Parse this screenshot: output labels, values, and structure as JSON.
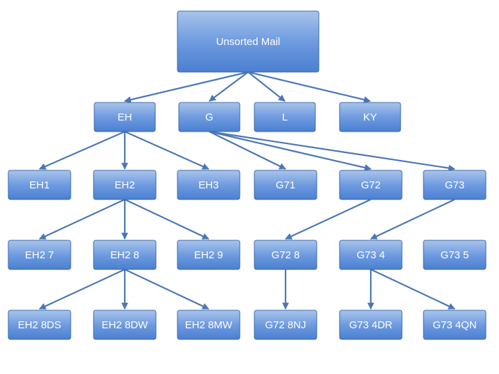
{
  "accent_color": "#4f81bd",
  "edge_color": "#4a77b4",
  "nodes": [
    {
      "id": "root",
      "label": "Unsorted Mail"
    },
    {
      "id": "eh",
      "label": "EH"
    },
    {
      "id": "g",
      "label": "G"
    },
    {
      "id": "l",
      "label": "L"
    },
    {
      "id": "ky",
      "label": "KY"
    },
    {
      "id": "eh1",
      "label": "EH1"
    },
    {
      "id": "eh2",
      "label": "EH2"
    },
    {
      "id": "eh3",
      "label": "EH3"
    },
    {
      "id": "g71",
      "label": "G71"
    },
    {
      "id": "g72",
      "label": "G72"
    },
    {
      "id": "g73",
      "label": "G73"
    },
    {
      "id": "eh2_7",
      "label": "EH2 7"
    },
    {
      "id": "eh2_8",
      "label": "EH2 8"
    },
    {
      "id": "eh2_9",
      "label": "EH2 9"
    },
    {
      "id": "g72_8",
      "label": "G72 8"
    },
    {
      "id": "g73_4",
      "label": "G73 4"
    },
    {
      "id": "g73_5",
      "label": "G73 5"
    },
    {
      "id": "eh2_8ds",
      "label": "EH2 8DS"
    },
    {
      "id": "eh2_8dw",
      "label": "EH2 8DW"
    },
    {
      "id": "eh2_8mw",
      "label": "EH2 8MW"
    },
    {
      "id": "g72_8nj",
      "label": "G72 8NJ"
    },
    {
      "id": "g73_4dr",
      "label": "G73 4DR"
    },
    {
      "id": "g73_4qn",
      "label": "G73 4QN"
    }
  ],
  "edges": [
    {
      "from": "root",
      "to": "eh"
    },
    {
      "from": "root",
      "to": "g"
    },
    {
      "from": "root",
      "to": "l"
    },
    {
      "from": "root",
      "to": "ky"
    },
    {
      "from": "eh",
      "to": "eh1"
    },
    {
      "from": "eh",
      "to": "eh2"
    },
    {
      "from": "eh",
      "to": "eh3"
    },
    {
      "from": "g",
      "to": "g71"
    },
    {
      "from": "g",
      "to": "g72"
    },
    {
      "from": "g",
      "to": "g73"
    },
    {
      "from": "eh2",
      "to": "eh2_7"
    },
    {
      "from": "eh2",
      "to": "eh2_8"
    },
    {
      "from": "eh2",
      "to": "eh2_9"
    },
    {
      "from": "g72",
      "to": "g72_8"
    },
    {
      "from": "g73",
      "to": "g73_4"
    },
    {
      "from": "eh2_8",
      "to": "eh2_8ds"
    },
    {
      "from": "eh2_8",
      "to": "eh2_8dw"
    },
    {
      "from": "eh2_8",
      "to": "eh2_8mw"
    },
    {
      "from": "g72_8",
      "to": "g72_8nj"
    },
    {
      "from": "g73_4",
      "to": "g73_4dr"
    },
    {
      "from": "g73_4",
      "to": "g73_4qn"
    }
  ]
}
